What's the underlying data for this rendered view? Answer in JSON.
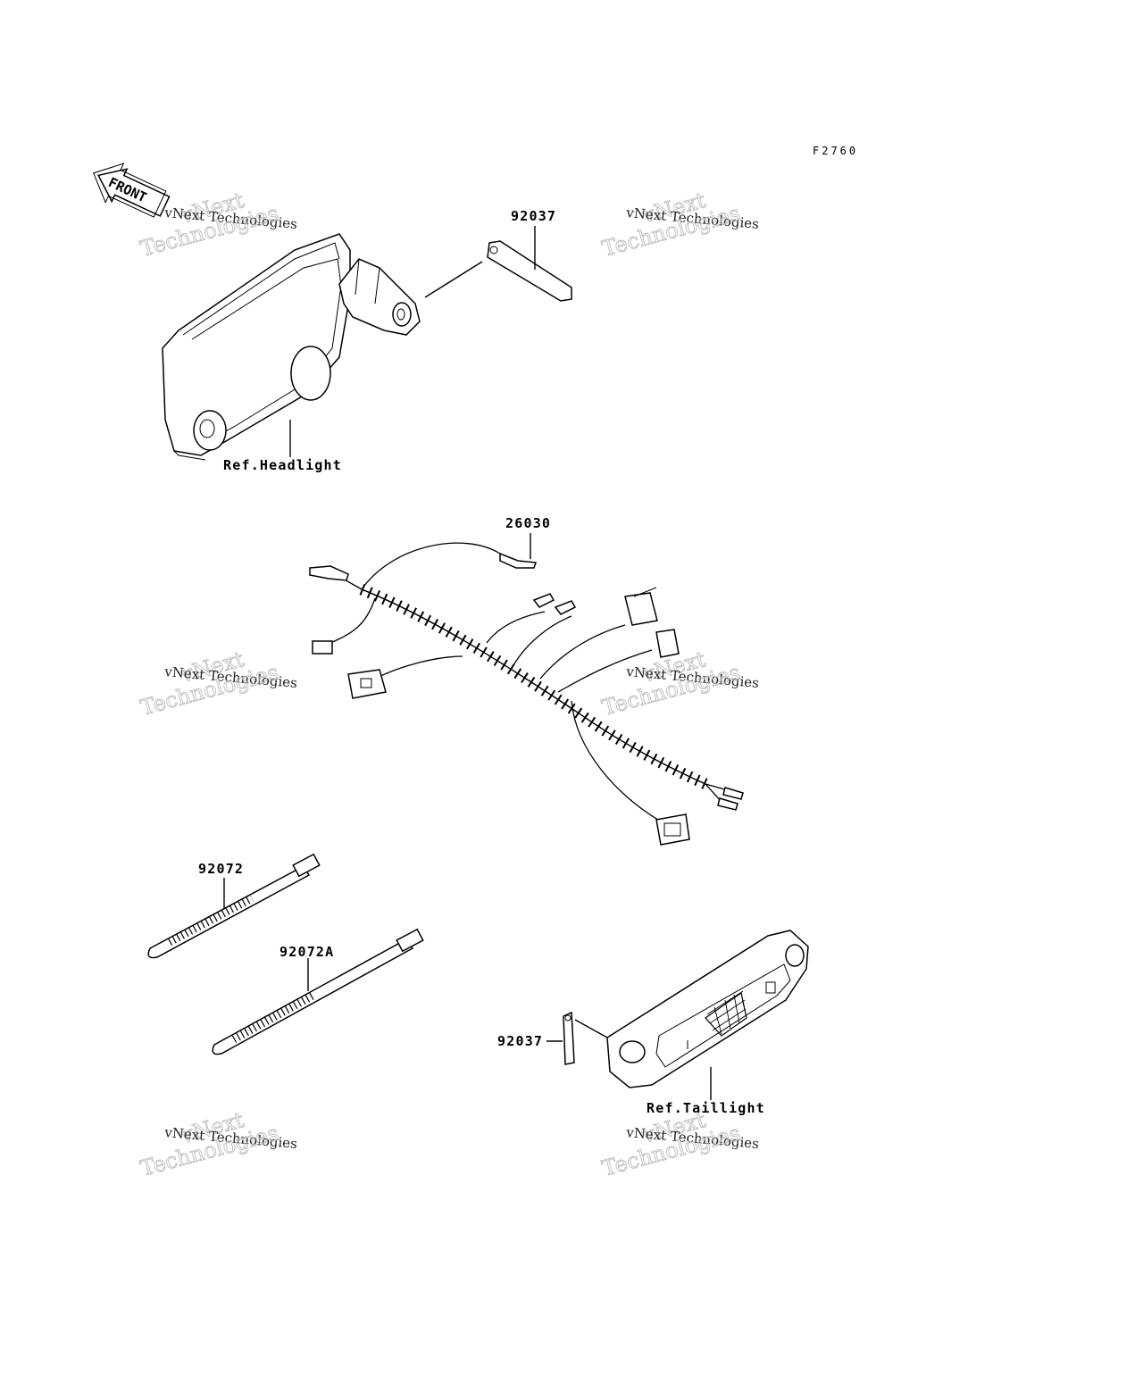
{
  "diagram": {
    "code": "F2760",
    "front_label": "FRONT",
    "labels": {
      "bracket_top": "92037",
      "headlight_ref": "Ref.Headlight",
      "harness": "26030",
      "tie_short": "92072",
      "tie_long": "92072A",
      "bracket_bottom": "92037",
      "taillight_ref": "Ref.Taillight"
    }
  },
  "watermark": {
    "line1": "vNext",
    "line2": "vNext Technologies",
    "line3": "Technologies"
  },
  "colors": {
    "ink": "#000000",
    "watermark": "#bdbdbd",
    "background": "#ffffff"
  }
}
